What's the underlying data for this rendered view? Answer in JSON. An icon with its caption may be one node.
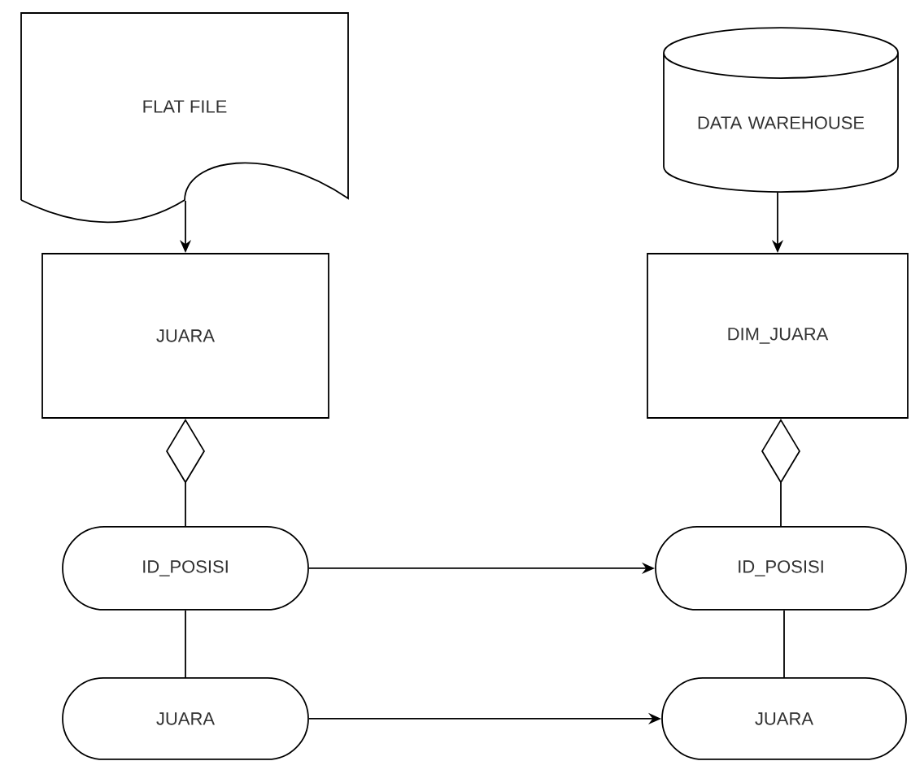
{
  "diagram": {
    "nodes": [
      {
        "text": [
          "FLAT FILE"
        ]
      },
      {
        "text": [
          "JUARA"
        ]
      },
      {
        "text": [
          "DATA WAREHOUSE"
        ]
      },
      {
        "text": [
          "DIM_JUARA"
        ]
      },
      {
        "text": [
          "ID_POSISI"
        ]
      },
      {
        "text": [
          "JUARA"
        ]
      },
      {
        "text": [
          "ID_POSISI"
        ]
      },
      {
        "text": [
          "JUARA"
        ]
      }
    ],
    "edges": [
      {
        "from": 0,
        "to": 1,
        "arrow": "to"
      },
      {
        "from": 2,
        "to": 3,
        "arrow": "to"
      },
      {
        "from": 1,
        "to": 4,
        "arrow": "other"
      },
      {
        "from": 3,
        "to": 6,
        "arrow": "other"
      },
      {
        "from": 4,
        "to": 5,
        "arrow": "none"
      },
      {
        "from": 6,
        "to": 7,
        "arrow": "none"
      },
      {
        "from": 4,
        "to": 6,
        "arrow": "to"
      },
      {
        "from": 5,
        "to": 7,
        "arrow": "to"
      }
    ]
  }
}
